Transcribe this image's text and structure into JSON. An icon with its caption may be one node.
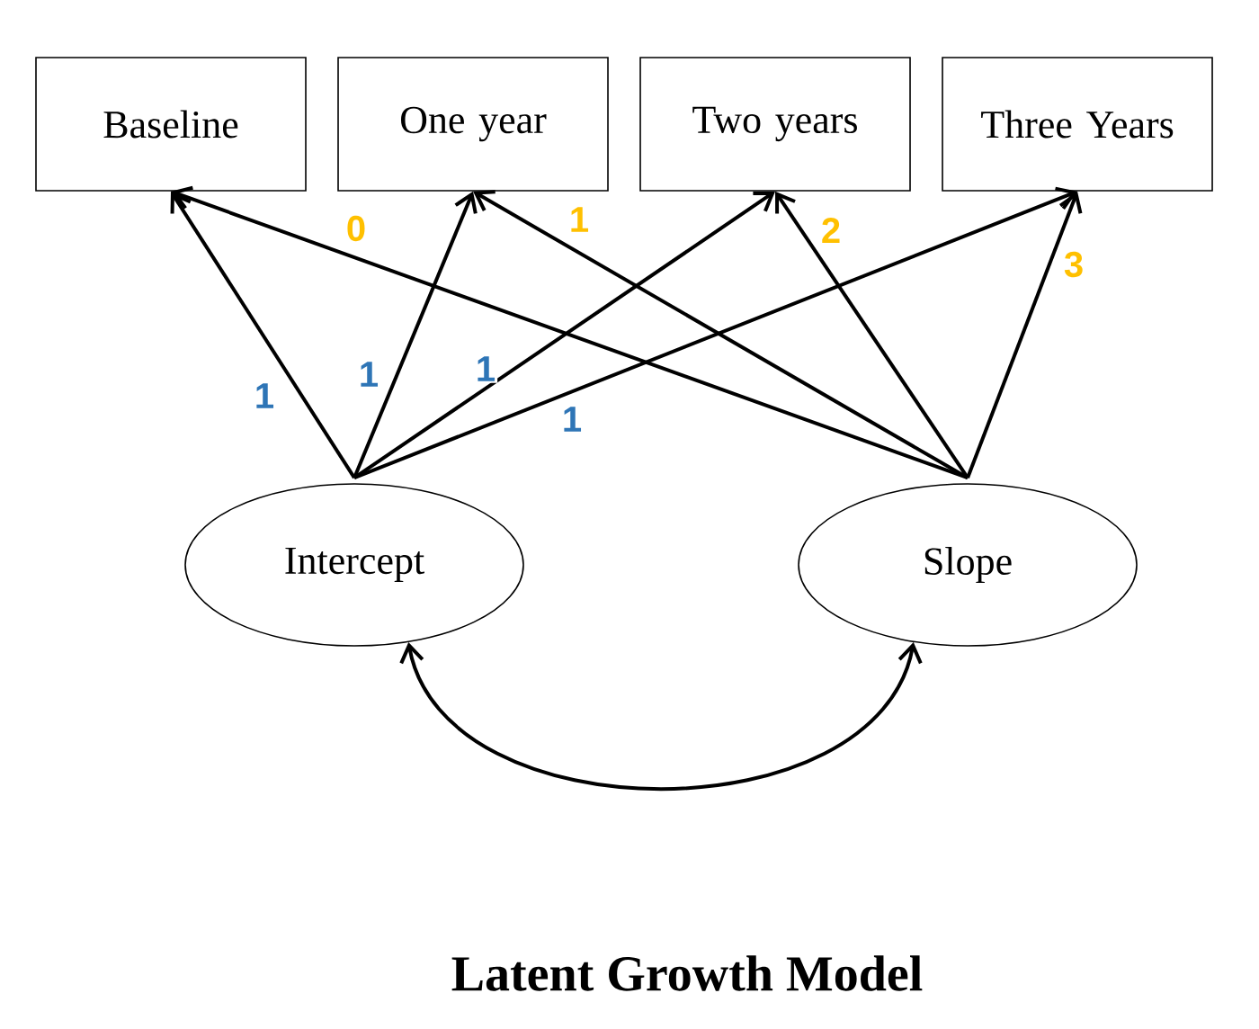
{
  "diagram": {
    "title": "Latent Growth Model",
    "nodes": [
      {
        "text": [
          "Baseline"
        ]
      },
      {
        "text": [
          "One year"
        ]
      },
      {
        "text": [
          "Two years"
        ]
      },
      {
        "text": [
          "Three Years"
        ]
      },
      {
        "text": [
          "Intercept"
        ]
      },
      {
        "text": [
          "Slope"
        ]
      }
    ],
    "edges": [
      {
        "from": 4,
        "to": 0,
        "arrow": "to",
        "label": "1"
      },
      {
        "from": 4,
        "to": 1,
        "arrow": "to",
        "label": "1"
      },
      {
        "from": 4,
        "to": 2,
        "arrow": "to",
        "label": "1"
      },
      {
        "from": 4,
        "to": 3,
        "arrow": "to",
        "label": "1"
      },
      {
        "from": 5,
        "to": 0,
        "arrow": "to",
        "label": "0"
      },
      {
        "from": 5,
        "to": 1,
        "arrow": "to",
        "label": "1"
      },
      {
        "from": 5,
        "to": 2,
        "arrow": "to",
        "label": "2"
      },
      {
        "from": 5,
        "to": 3,
        "arrow": "to",
        "label": "3"
      },
      {
        "from": 4,
        "to": 5,
        "arrow": "both"
      }
    ]
  }
}
